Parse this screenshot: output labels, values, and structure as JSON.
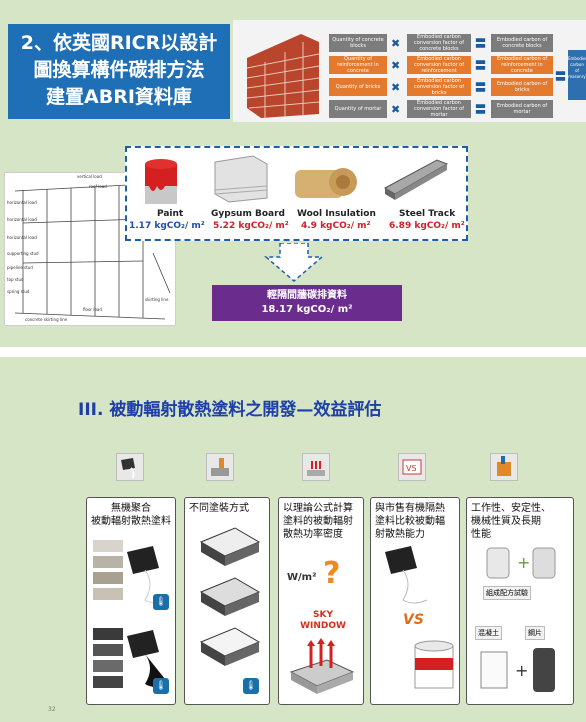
{
  "top_slide": {
    "title_lines": [
      "2、依英國RICR以設計",
      "圖換算構件碳排方法",
      "建置ABRI資料庫"
    ],
    "flow": {
      "rows": [
        {
          "left": "Quantity of concrete blocks",
          "mid": "Embodied carbon conversion factor of concrete blocks",
          "right": "Embodied carbon of concrete blocks"
        },
        {
          "left": "Quantity of reinforcement in concrete",
          "mid": "Embodied carbon conversion factor of reinforcement",
          "right": "Embodied carbon of reinforcement in concrete"
        },
        {
          "left": "Quantity of bricks",
          "mid": "Embodied carbon conversion factor of bricks",
          "right": "Embodied carbon of bricks"
        },
        {
          "left": "Quantity of mortar",
          "mid": "Embodied carbon conversion factor of mortar",
          "right": "Embodied carbon of mortar"
        }
      ],
      "right_box": "Embodied carbon of masonry"
    },
    "materials": [
      {
        "name": "Paint",
        "value": "1.17 kgCO₂/ m²",
        "color": "#1e4fb0"
      },
      {
        "name": "Gypsum Board",
        "value": "5.22 kgCO₂/ m²",
        "color": "#d0202a"
      },
      {
        "name": "Wool Insulation",
        "value": "4.9 kgCO₂/ m²",
        "color": "#d0202a"
      },
      {
        "name": "Steel Track",
        "value": "6.89 kgCO₂/ m²",
        "color": "#d0202a"
      }
    ],
    "frame_labels": [
      "vertical load",
      "roof load",
      "horizontal load",
      "horizontal load",
      "horizontal load",
      "supporting stud",
      "pipeline stud",
      "top stud",
      "spring stud",
      "skirting line",
      "floor load",
      "concrete skirting line"
    ],
    "result": {
      "line1": "輕隔間牆碳排資料",
      "line2": "18.17 kgCO₂/ m²"
    }
  },
  "bottom_slide": {
    "section_title": "III. 被動輻射散熱塗料之開發—效益評估",
    "cards": [
      {
        "title": "無機聚合\n被動輻射散熱塗料"
      },
      {
        "title": "不同塗裝方式"
      },
      {
        "title": "以理論公式計算\n塗料的被動輻射\n散熱功率密度",
        "wm2": "W/m²",
        "sky": "SKY\nWINDOW"
      },
      {
        "title": "與市售有機隔熱\n塗料比較被動輻\n射散熱能力",
        "vs": "VS"
      },
      {
        "title": "工作性、安定性、\n機械性質及長期\n性能",
        "pill1": "組成配方試驗",
        "pill2": "混凝土",
        "pill3": "鋼片"
      }
    ],
    "page_number": "32"
  },
  "colors": {
    "slide_bg": "#d5e5c6",
    "title_blue": "#1f6fb6",
    "section_title": "#1e3fa8",
    "result_purple": "#6a2d8e",
    "flow_orange": "#e47a2e",
    "flow_gray": "#7c7c7c"
  }
}
